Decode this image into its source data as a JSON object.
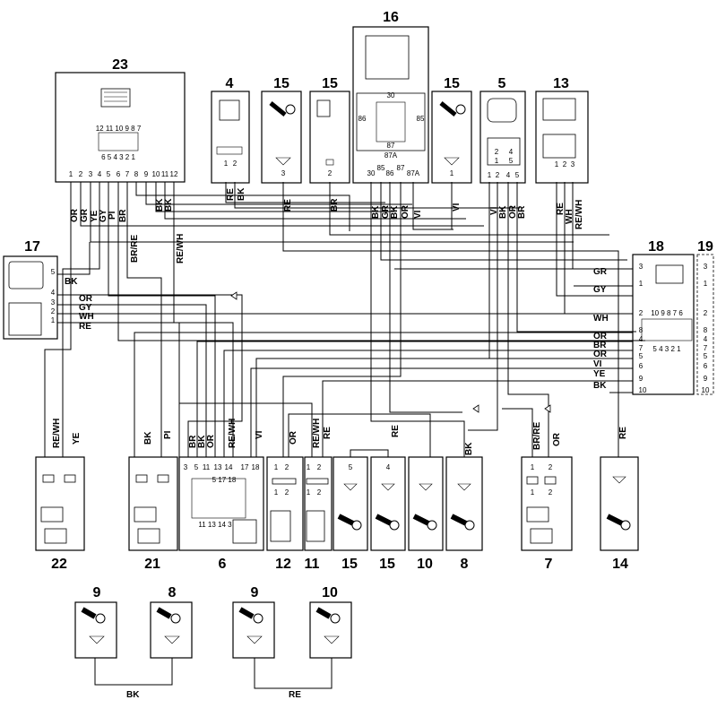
{
  "components": [
    {
      "id": "c23",
      "num": "23",
      "pins": [
        "1",
        "2",
        "3",
        "4",
        "5",
        "6",
        "7",
        "8",
        "9",
        "10",
        "11",
        "12"
      ],
      "header": "12 11 10 9 8 7 / 6 5 4 3 2 1"
    },
    {
      "id": "c4",
      "num": "4",
      "pins": [
        "1",
        "2"
      ]
    },
    {
      "id": "c15a",
      "num": "15",
      "pins": [
        "3"
      ]
    },
    {
      "id": "c15b",
      "num": "15",
      "pins": [
        "2"
      ]
    },
    {
      "id": "c16",
      "num": "16",
      "pins": [
        "30",
        "85",
        "86",
        "87",
        "87A"
      ],
      "relay": [
        "30",
        "86",
        "85",
        "87",
        "87A"
      ]
    },
    {
      "id": "c15c",
      "num": "15",
      "pins": [
        "1"
      ]
    },
    {
      "id": "c5",
      "num": "5",
      "pins": [
        "1",
        "2",
        "4",
        "5"
      ]
    },
    {
      "id": "c13",
      "num": "13",
      "pins": [
        "1",
        "2",
        "3"
      ]
    },
    {
      "id": "c17",
      "num": "17",
      "pins": [
        "5",
        "4",
        "3",
        "2",
        "1"
      ]
    },
    {
      "id": "c18",
      "num": "18",
      "pins": [
        "3",
        "1",
        "2",
        "8",
        "4",
        "7",
        "5",
        "6",
        "9",
        "10"
      ],
      "header": [
        "10 9 8 7 6",
        "5 4 3 2 1"
      ]
    },
    {
      "id": "c19",
      "num": "19",
      "pins": [
        "3",
        "1",
        "2",
        "8",
        "4",
        "7",
        "5",
        "6",
        "9",
        "10"
      ]
    },
    {
      "id": "c22",
      "num": "22"
    },
    {
      "id": "c21",
      "num": "21"
    },
    {
      "id": "c6",
      "num": "6",
      "pins": [
        "3",
        "5",
        "11",
        "13",
        "14",
        "17",
        "18"
      ],
      "labels": [
        "5",
        "17",
        "18",
        "11",
        "13",
        "14",
        "3"
      ]
    },
    {
      "id": "c12",
      "num": "12",
      "pins": [
        "1",
        "2"
      ]
    },
    {
      "id": "c11",
      "num": "11",
      "pins": [
        "1",
        "2"
      ]
    },
    {
      "id": "c15d",
      "num": "15",
      "pins": [
        "5"
      ]
    },
    {
      "id": "c15e",
      "num": "15",
      "pins": [
        "4"
      ]
    },
    {
      "id": "c10a",
      "num": "10"
    },
    {
      "id": "c8a",
      "num": "8"
    },
    {
      "id": "c7",
      "num": "7",
      "pins": [
        "1",
        "2"
      ]
    },
    {
      "id": "c14",
      "num": "14"
    },
    {
      "id": "c9a",
      "num": "9"
    },
    {
      "id": "c8b",
      "num": "8"
    },
    {
      "id": "c9b",
      "num": "9"
    },
    {
      "id": "c10b",
      "num": "10"
    }
  ],
  "wire_labels": {
    "c23": [
      "OR",
      "GR",
      "YE",
      "GY",
      "PI",
      "BR",
      "BK",
      "BK"
    ],
    "c23_re_wh": "RE/WH",
    "c23_br_re": "BR/RE",
    "c4": [
      "RE",
      "BK"
    ],
    "c15a": "RE",
    "c15b": "BR",
    "c16": [
      "BK",
      "GR",
      "BK",
      "OR",
      "VI"
    ],
    "c15c": "VI",
    "c5": [
      "VI",
      "BK",
      "OR",
      "BR"
    ],
    "c13": [
      "RE",
      "WH",
      "RE/WH"
    ],
    "c17": [
      "BK",
      "OR",
      "GY",
      "WH",
      "RE"
    ],
    "c18": [
      "GR",
      "GY",
      "WH",
      "OR",
      "BR",
      "OR",
      "VI",
      "YE",
      "BK"
    ],
    "c22": [
      "RE/WH",
      "YE"
    ],
    "c21": [
      "BK",
      "PI"
    ],
    "c6": [
      "BR",
      "BK",
      "OR",
      "RE/WH",
      "VI"
    ],
    "c12": "OR",
    "c11": [
      "RE/WH",
      "RE"
    ],
    "c15e": "RE",
    "c8a": "BK",
    "c7": [
      "BR/RE",
      "OR"
    ],
    "c14": "RE",
    "bottom_left": "BK",
    "bottom_right": "RE"
  }
}
